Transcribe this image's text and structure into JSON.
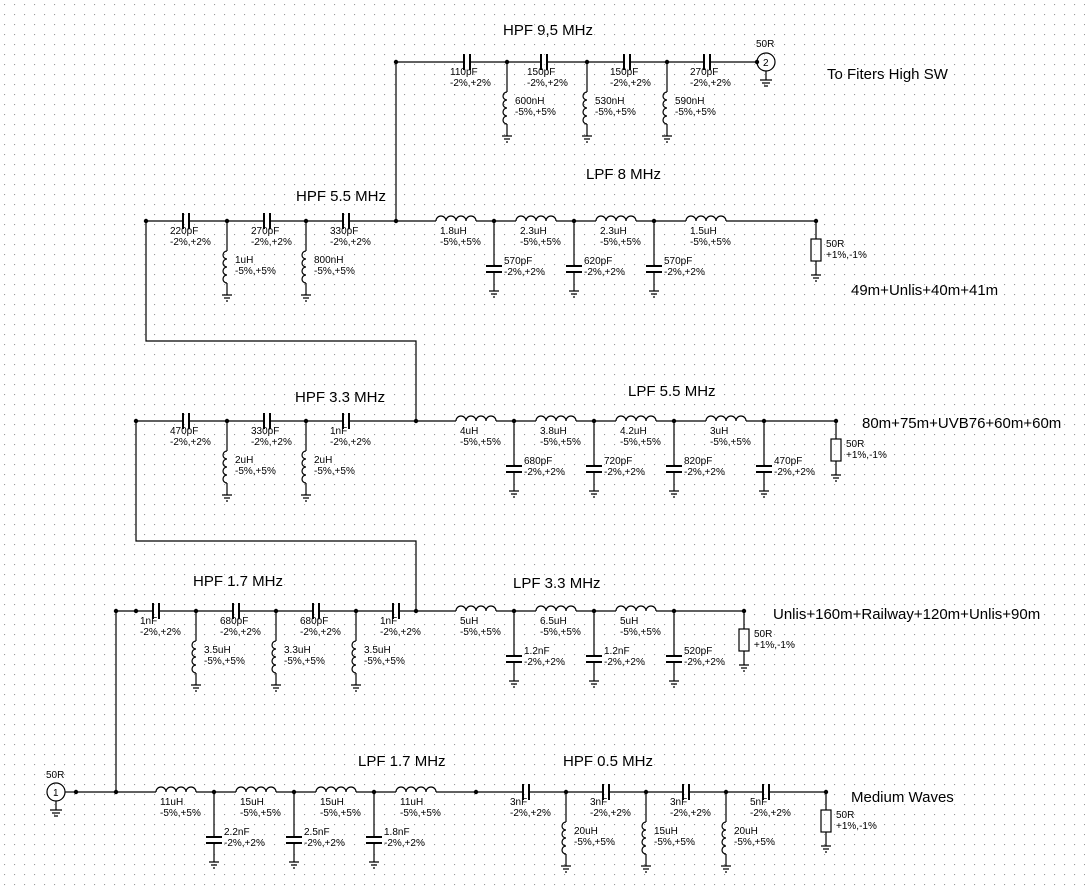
{
  "titles": {
    "hpf_9_5": "HPF 9,5 MHz",
    "hpf_5_5": "HPF 5.5 MHz",
    "lpf_8": "LPF 8 MHz",
    "hpf_3_3": "HPF 3.3 MHz",
    "lpf_5_5": "LPF 5.5 MHz",
    "hpf_1_7": "HPF 1.7 MHz",
    "lpf_3_3": "LPF 3.3 MHz",
    "lpf_1_7": "LPF 1.7 MHz",
    "hpf_0_5": "HPF 0.5 MHz"
  },
  "bands": {
    "high_sw": "To Fiters High SW",
    "b49": "49m+Unlis+40m+41m",
    "b80": "80m+75m+UVB76+60m+60m",
    "b160": "Unlis+160m+Railway+120m+Unlis+90m",
    "mw": "Medium Waves"
  },
  "ports": {
    "p1_name": "50R",
    "p1_num": "1",
    "p2_name": "50R",
    "p2_num": "2"
  },
  "tolerances": {
    "cap": "-2%,+2%",
    "ind": "-5%,+5%",
    "res": "+1%,-1%"
  },
  "r_value": "50R",
  "r1": {
    "cap_series": [
      "110pF",
      "150pF",
      "150pF",
      "270pF"
    ],
    "ind_shunt": [
      "600nH",
      "530nH",
      "590nH"
    ]
  },
  "r2": {
    "cap_series": [
      "220pF",
      "270pF",
      "330pF"
    ],
    "ind_shunt": [
      "1uH",
      "800nH"
    ],
    "ind_series": [
      "1.8uH",
      "2.3uH",
      "2.3uH",
      "1.5uH"
    ],
    "cap_shunt": [
      "570pF",
      "620pF",
      "570pF"
    ]
  },
  "r3": {
    "cap_series": [
      "470pF",
      "330pF",
      "1nF"
    ],
    "ind_shunt": [
      "2uH",
      "2uH"
    ],
    "ind_series": [
      "4uH",
      "3.8uH",
      "4.2uH",
      "3uH"
    ],
    "cap_shunt": [
      "680pF",
      "720pF",
      "820pF",
      "470pF"
    ]
  },
  "r4": {
    "cap_series": [
      "1nF",
      "680pF",
      "680pF",
      "1nF"
    ],
    "ind_shunt": [
      "3.5uH",
      "3.3uH",
      "3.5uH"
    ],
    "ind_series": [
      "5uH",
      "6.5uH",
      "5uH"
    ],
    "cap_shunt": [
      "1.2nF",
      "1.2nF",
      "520pF"
    ]
  },
  "r5": {
    "ind_series": [
      "11uH",
      "15uH",
      "15uH",
      "11uH"
    ],
    "cap_shunt": [
      "2.2nF",
      "2.5nF",
      "1.8nF"
    ],
    "cap_series": [
      "3nF",
      "3nF",
      "3nF",
      "5nF"
    ],
    "ind_shunt": [
      "20uH",
      "15uH",
      "20uH"
    ]
  }
}
